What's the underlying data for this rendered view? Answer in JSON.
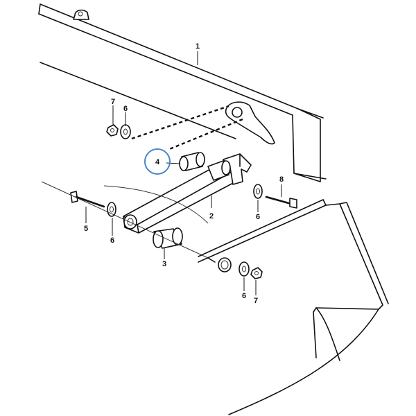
{
  "diagram": {
    "highlight_color": "#4a86c6",
    "highlighted_callout": "4",
    "callouts": {
      "c1": "1",
      "c2": "2",
      "c3": "3",
      "c4": "4",
      "c5": "5",
      "c6a": "6",
      "c6b": "6",
      "c6c": "6",
      "c6d": "6",
      "c7a": "7",
      "c7b": "7",
      "c8": "8"
    }
  }
}
